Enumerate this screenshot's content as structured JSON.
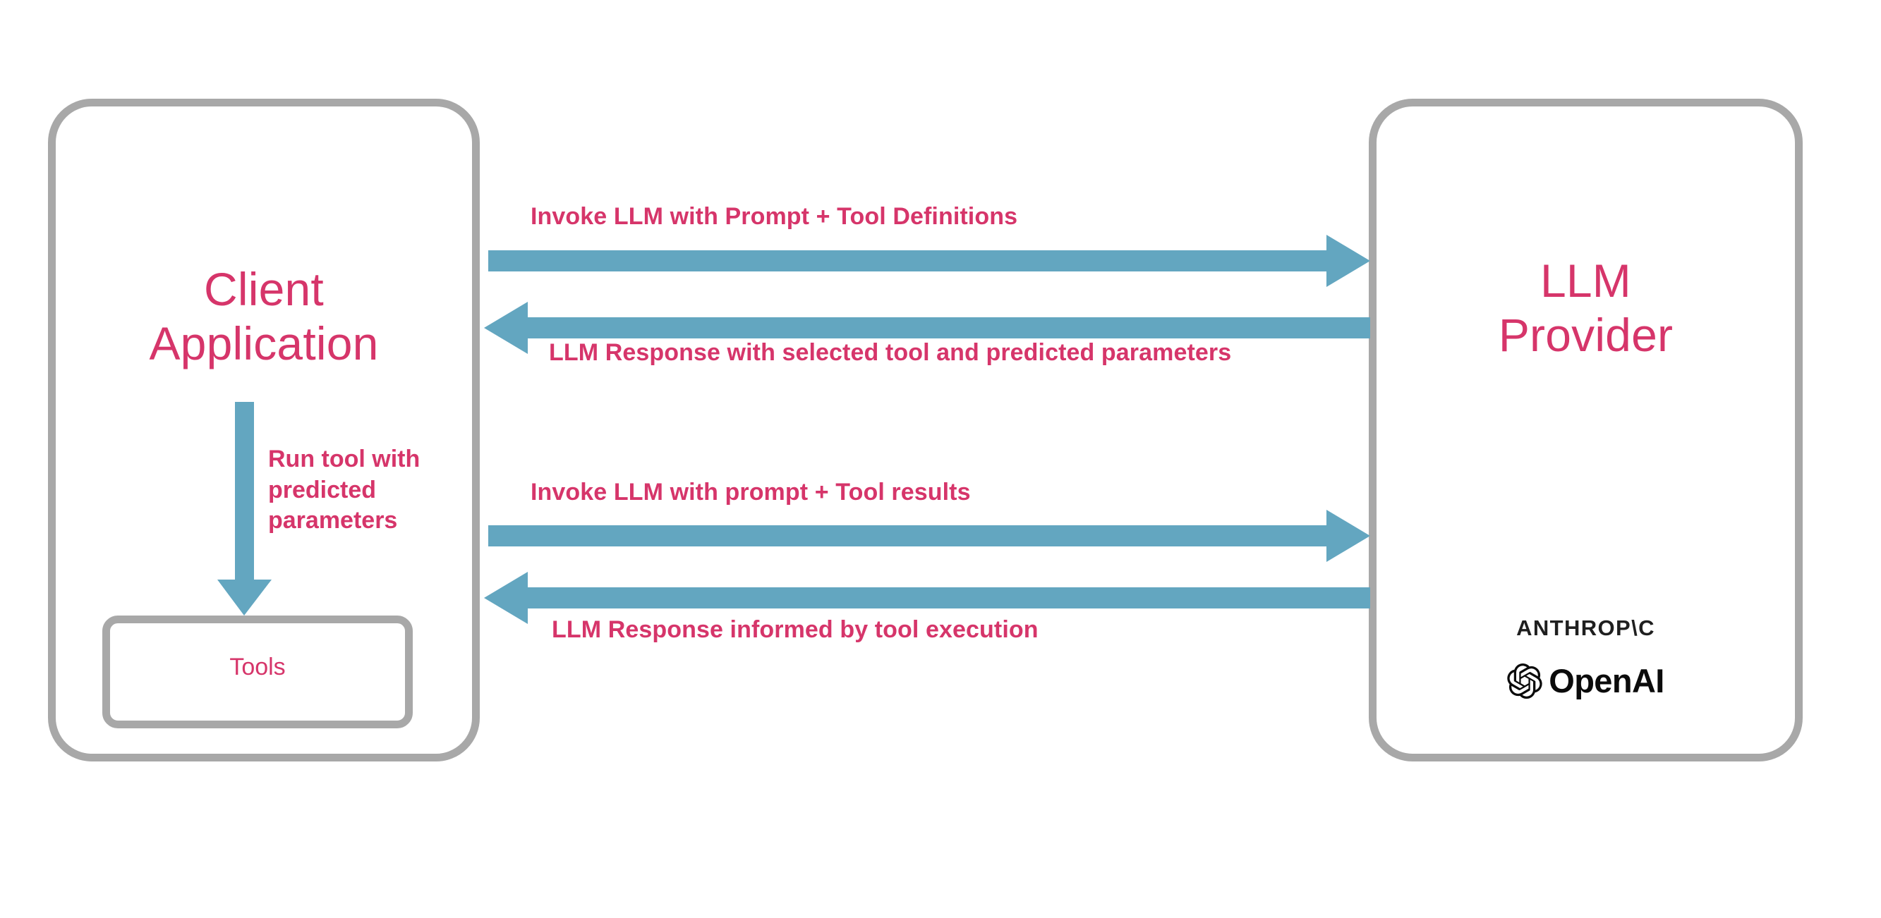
{
  "diagram": {
    "title": "LLM tool-calling interaction flow",
    "colors": {
      "accent_text": "#d6356a",
      "box_stroke": "#a8a8a8",
      "arrow": "#63a6c0",
      "background": "#ffffff",
      "logo": "#0b0b0b"
    }
  },
  "client": {
    "title": "Client\nApplication",
    "tools_label": "Tools",
    "internal_flow_label": "Run tool with\npredicted\nparameters"
  },
  "provider": {
    "title": "LLM\nProvider",
    "brands": [
      {
        "name": "anthropic-logo",
        "wordmark": "ANTHROP\\C"
      },
      {
        "name": "openai-logo",
        "wordmark": "OpenAI"
      }
    ]
  },
  "flows": [
    {
      "id": "invoke-1",
      "label": "Invoke LLM with Prompt + Tool Definitions",
      "direction": "right",
      "from": "Client Application",
      "to": "LLM Provider"
    },
    {
      "id": "response-1",
      "label": "LLM Response with selected tool and predicted parameters",
      "direction": "left",
      "from": "LLM Provider",
      "to": "Client Application"
    },
    {
      "id": "invoke-2",
      "label": "Invoke LLM with prompt + Tool results",
      "direction": "right",
      "from": "Client Application",
      "to": "LLM Provider"
    },
    {
      "id": "response-2",
      "label": "LLM Response informed by tool execution",
      "direction": "left",
      "from": "LLM Provider",
      "to": "Client Application"
    }
  ]
}
